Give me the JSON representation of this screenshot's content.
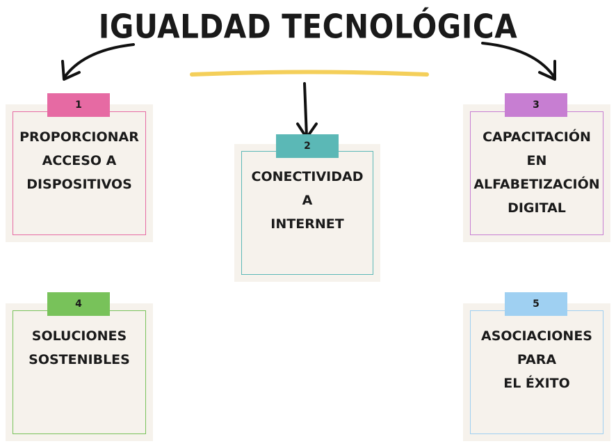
{
  "title": "IGUALDAD TECNOLÓGICA",
  "colors": {
    "pink": "#e66aa3",
    "teal": "#5bb8b6",
    "purple": "#c77ed2",
    "green": "#78c25a",
    "blue": "#9fd0f2",
    "underline": "#f4cf5a",
    "card_bg": "#f6f2ec"
  },
  "cards": [
    {
      "number": "1",
      "text": "PROPORCIONAR\nACCESO A\nDISPOSITIVOS"
    },
    {
      "number": "2",
      "text": "CONECTIVIDAD\nA\nINTERNET"
    },
    {
      "number": "3",
      "text": "CAPACITACIÓN\nEN\nALFABETIZACIÓN\nDIGITAL"
    },
    {
      "number": "4",
      "text": "SOLUCIONES\nSOSTENIBLES"
    },
    {
      "number": "5",
      "text": "ASOCIACIONES\nPARA\nEL ÉXITO"
    }
  ]
}
